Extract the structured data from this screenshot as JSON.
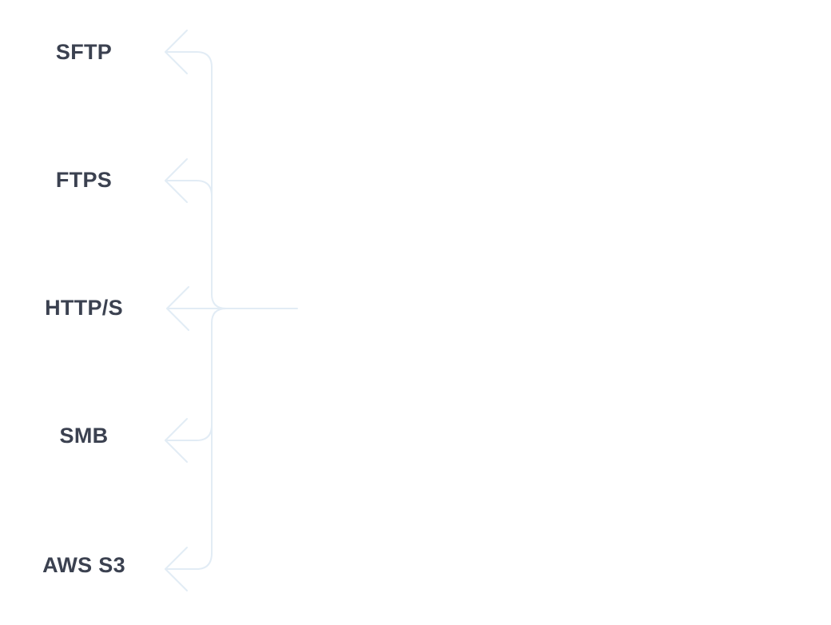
{
  "diagram": {
    "protocols": [
      {
        "label": "SFTP"
      },
      {
        "label": "FTPS"
      },
      {
        "label": "HTTP/S"
      },
      {
        "label": "SMB"
      },
      {
        "label": "AWS S3"
      }
    ],
    "colors": {
      "label": "#3b4150",
      "connector": "#e2ecf5",
      "background": "#ffffff"
    }
  }
}
